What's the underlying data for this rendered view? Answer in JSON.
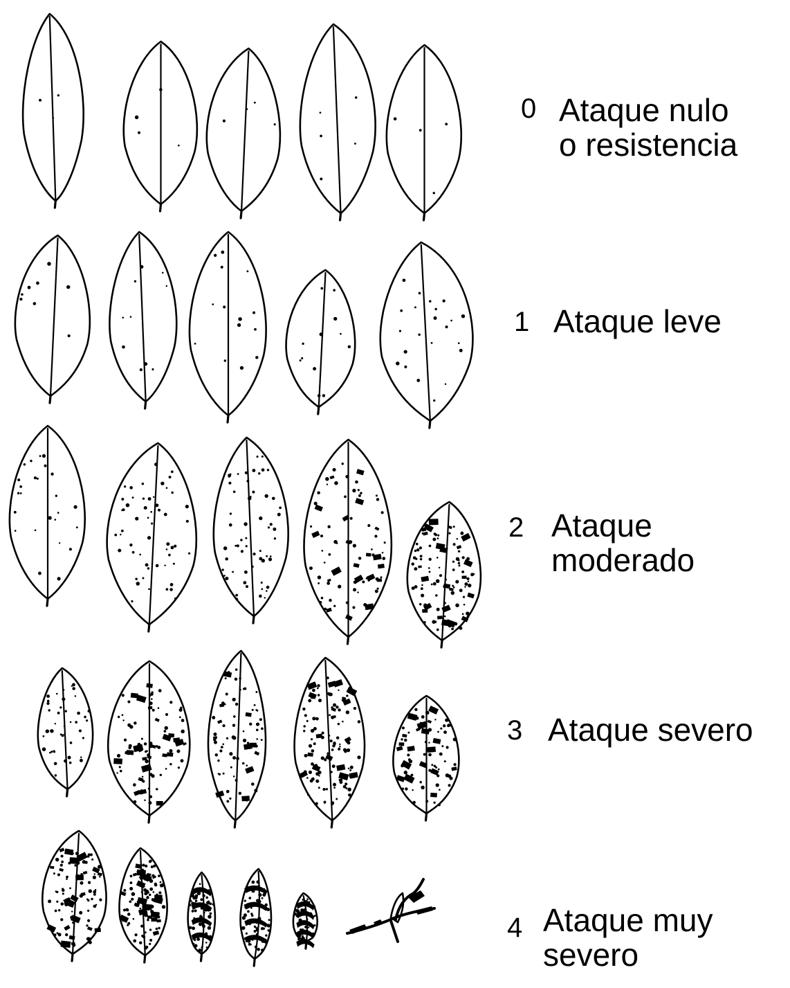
{
  "levels": [
    {
      "number": "0",
      "lines": [
        "Ataque nulo",
        "o resistencia"
      ]
    },
    {
      "number": "1",
      "lines": [
        "Ataque leve"
      ]
    },
    {
      "number": "2",
      "lines": [
        "Ataque",
        "moderado"
      ]
    },
    {
      "number": "3",
      "lines": [
        "Ataque severo"
      ]
    },
    {
      "number": "4",
      "lines": [
        "Ataque muy",
        "severo"
      ]
    }
  ],
  "leaves_per_row": [
    5,
    5,
    5,
    5,
    6
  ],
  "severity_spot_density": [
    0,
    1,
    2,
    3,
    4
  ],
  "colors": {
    "ink": "#000000",
    "paper": "#ffffff"
  }
}
